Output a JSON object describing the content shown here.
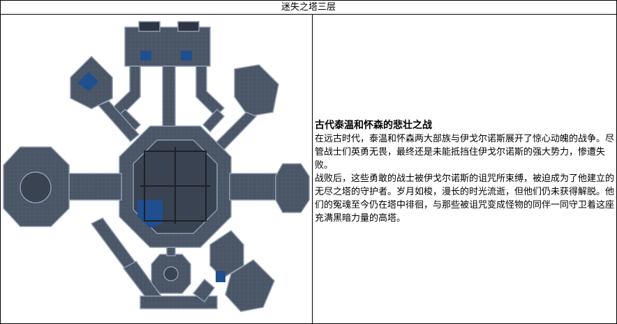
{
  "title": "迷失之塔三层",
  "map": {
    "icon": "dungeon-map",
    "colors": {
      "floor": "#4a5566",
      "floor_dark": "#2f3642",
      "wall": "#1d2129",
      "edge": "#8e9bb0",
      "accent": "#1f4f8f",
      "grid": "#5b6678"
    }
  },
  "article": {
    "heading": "古代泰温和怀森的悲壮之战",
    "paragraphs": [
      "在远古时代，泰温和怀森两大部族与伊戈尔诺斯展开了惊心动魄的战争。尽管战士们英勇无畏，最终还是未能抵挡住伊戈尔诺斯的强大势力，惨遭失败。",
      "战败后，这些勇敢的战士被伊戈尔诺斯的诅咒所束缚，被迫成为了他建立的无尽之塔的守护者。岁月如梭，漫长的时光流逝，但他们仍未获得解脱。他们的冤魂至今仍在塔中徘徊，与那些被诅咒变成怪物的同伴一同守卫着这座充满黑暗力量的高塔。"
    ]
  }
}
